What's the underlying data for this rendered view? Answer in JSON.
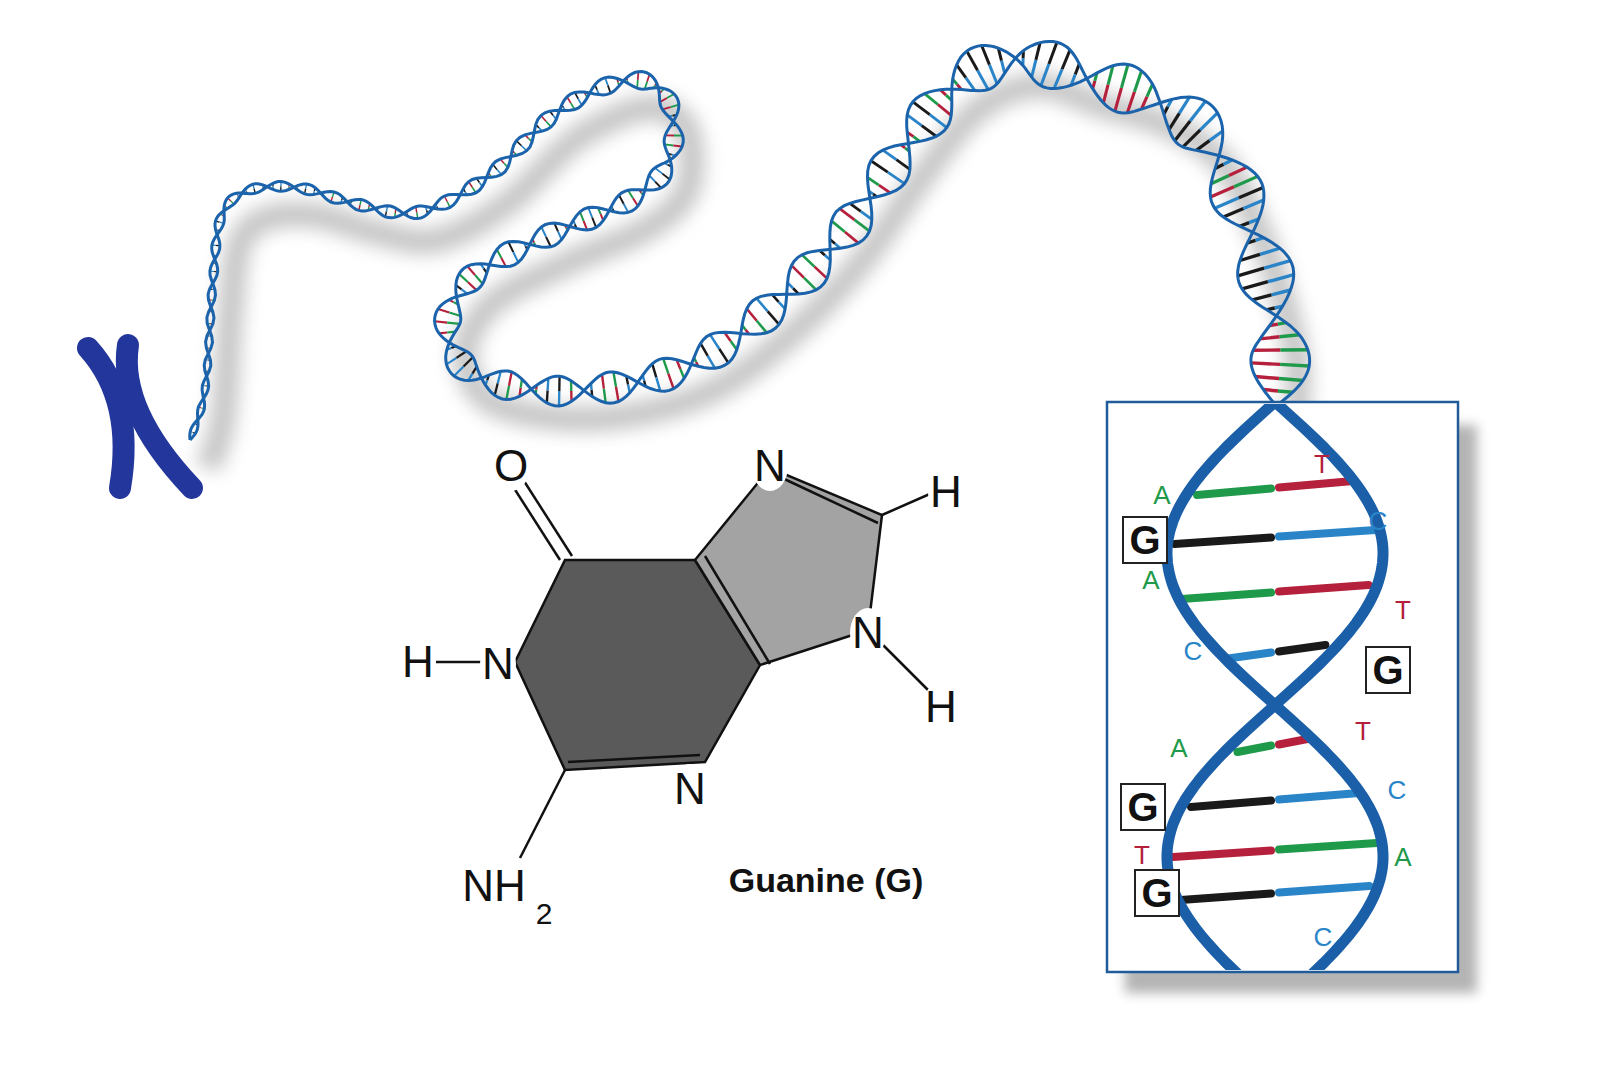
{
  "diagram": {
    "nodes": [
      {
        "text": [
          "G"
        ]
      },
      {
        "text": [
          "G"
        ]
      },
      {
        "text": [
          "G"
        ]
      },
      {
        "text": [
          "G"
        ]
      }
    ],
    "labels": [
      "A",
      "T",
      "C",
      "A",
      "T",
      "C",
      "A",
      "T",
      "C",
      "T",
      "A",
      "C",
      "O",
      "N",
      "H",
      "H",
      "N",
      "N",
      "H",
      "N",
      "NH",
      "2",
      "Guanine (G)"
    ]
  }
}
